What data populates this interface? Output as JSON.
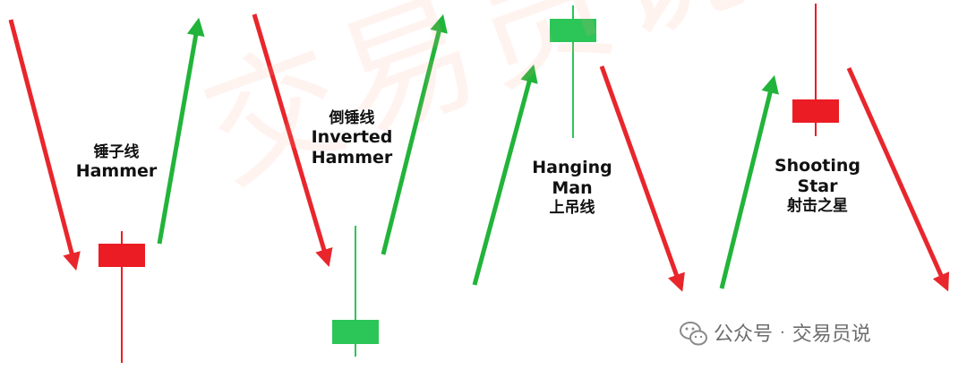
{
  "watermark": "交易员说",
  "footer": {
    "account_prefix": "公众号",
    "separator": "·",
    "account_name": "交易员说"
  },
  "colors": {
    "bearish": "#e8262c",
    "bullish": "#22b43a",
    "candle_green": "#2cc557",
    "candle_red": "#ec1c24"
  },
  "patterns": [
    {
      "zh": "锤子线",
      "en": "Hammer",
      "en2": "",
      "candle_color": "red"
    },
    {
      "zh": "倒锤线",
      "en": "Inverted",
      "en2": "Hammer",
      "candle_color": "green"
    },
    {
      "zh": "上吊线",
      "en": "Hanging",
      "en2": "Man",
      "candle_color": "green"
    },
    {
      "zh": "射击之星",
      "en": "Shooting",
      "en2": "Star",
      "candle_color": "red"
    }
  ]
}
